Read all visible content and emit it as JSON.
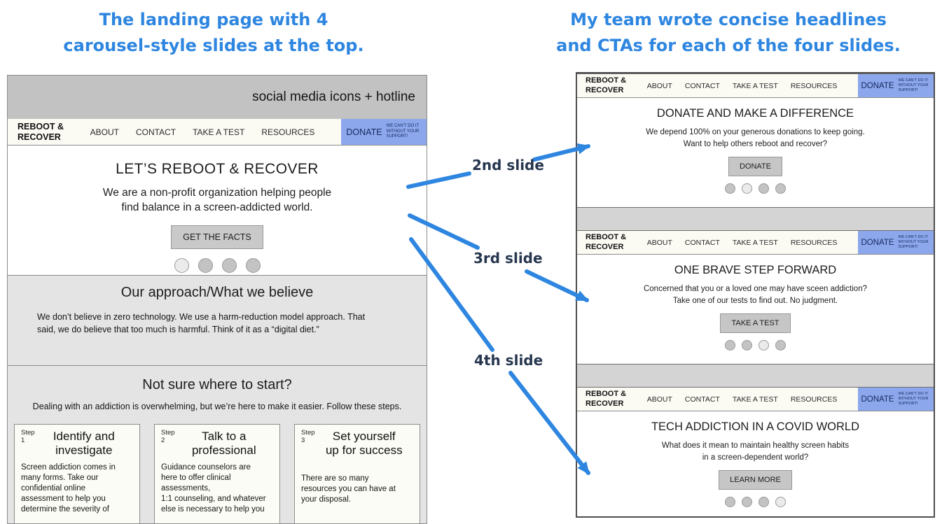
{
  "annotations": {
    "left_caption": "The landing page with 4\ncarousel-style slides at the top.",
    "right_caption": "My team wrote concise headlines\nand CTAs for each of the four slides.",
    "labels": {
      "slide2": "2nd slide",
      "slide3": "3rd slide",
      "slide4": "4th slide"
    },
    "accent_blue": "#2e86e0",
    "label_navy": "#26364e"
  },
  "nav": {
    "logo": "REBOOT &\nRECOVER",
    "items": [
      "ABOUT",
      "CONTACT",
      "TAKE A TEST",
      "RESOURCES"
    ],
    "donate_label": "DONATE",
    "donate_note": "WE CAN’T DO IT\nWITHOUT YOUR\nSUPPORT!",
    "donate_bg": "#8ca7ec"
  },
  "landing": {
    "topbar_text": "social media icons + hotline",
    "hero": {
      "title": "LET’S REBOOT & RECOVER",
      "body": "We are a non-profit organization helping people\nfind balance in a screen-addicted world.",
      "cta": "GET THE FACTS",
      "active_dot": 0
    },
    "approach": {
      "title": "Our approach/What we believe",
      "body": "We don’t believe in zero technology. We use a harm-reduction model approach. That\nsaid, we do believe that too much is harmful. Think of it as a “digital diet.”"
    },
    "start": {
      "title": "Not sure where to start?",
      "lead": "Dealing with an addiction is overwhelming, but we’re here to make it easier. Follow these steps.",
      "steps": [
        {
          "step": "Step\n1",
          "title": "Identify and\ninvestigate",
          "body": "Screen addiction comes in\nmany forms. Take our\nconfidential online\nassessment to help you\ndetermine the severity of"
        },
        {
          "step": "Step\n2",
          "title": "Talk to a\nprofessional",
          "body": "Guidance counselors are\nhere to offer clinical\nassessments,\n1:1 counseling, and whatever\nelse is necessary to help you"
        },
        {
          "step": "Step\n3",
          "title": "Set yourself\nup for success",
          "body": "There are so many\nresources you can have at\nyour disposal."
        }
      ]
    }
  },
  "slides": [
    {
      "title": "DONATE AND MAKE A DIFFERENCE",
      "body": "We depend 100% on your generous donations to keep going.\nWant to help others reboot and recover?",
      "cta": "DONATE",
      "active_dot": 1
    },
    {
      "title": "ONE BRAVE STEP FORWARD",
      "body": "Concerned that you or a loved one may have sceen addiction?\nTake one of our tests to find out. No judgment.",
      "cta": "TAKE A TEST",
      "active_dot": 2
    },
    {
      "title": "TECH ADDICTION IN A COVID WORLD",
      "body": "What does it mean to maintain healthy screen habits\nin a screen-dependent world?",
      "cta": "LEARN MORE",
      "active_dot": 3
    }
  ]
}
